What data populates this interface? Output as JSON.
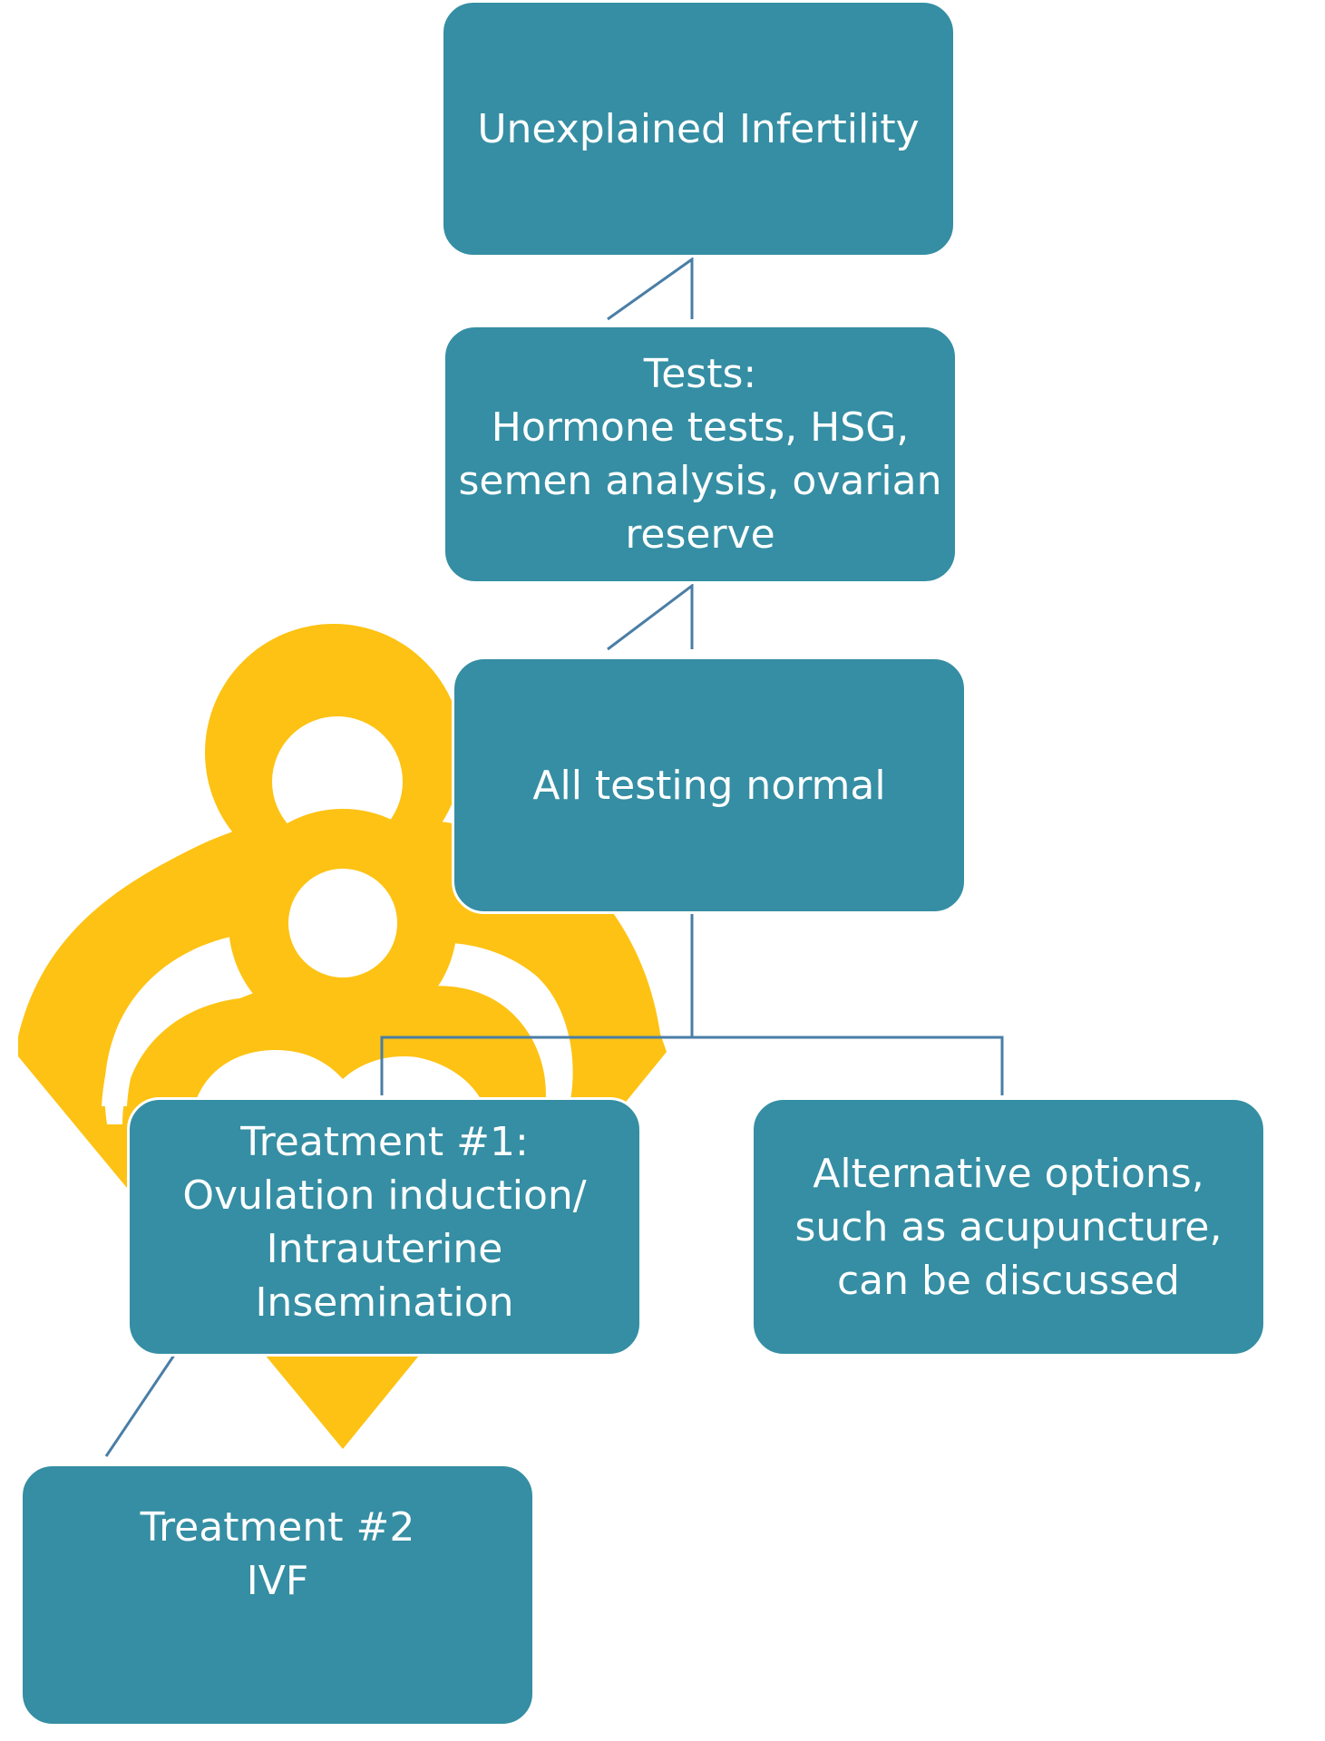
{
  "diagram": {
    "colors": {
      "node_fill": "#358ea3",
      "node_text": "#ffffff",
      "connector": "#4a7ea6",
      "logo": "#fdc213",
      "background": "#ffffff"
    },
    "logo": {
      "icon": "family-heart-logo-icon"
    },
    "nodes": [
      {
        "id": "root",
        "lines": [
          "Unexplained Infertility"
        ]
      },
      {
        "id": "tests",
        "lines": [
          "Tests:",
          "Hormone tests, HSG,",
          "semen analysis, ovarian",
          "reserve"
        ]
      },
      {
        "id": "normal",
        "lines": [
          "All testing normal"
        ]
      },
      {
        "id": "t1",
        "lines": [
          "Treatment #1:",
          "Ovulation induction/",
          "Intrauterine",
          "Insemination"
        ]
      },
      {
        "id": "alt",
        "lines": [
          "Alternative options,",
          "such as acupuncture,",
          "can be discussed"
        ]
      },
      {
        "id": "t2",
        "lines": [
          "Treatment #2",
          "IVF"
        ]
      }
    ],
    "edges": [
      {
        "from": "root",
        "to": "tests"
      },
      {
        "from": "tests",
        "to": "normal"
      },
      {
        "from": "normal",
        "to": "t1"
      },
      {
        "from": "normal",
        "to": "alt"
      },
      {
        "from": "t1",
        "to": "t2"
      }
    ]
  }
}
